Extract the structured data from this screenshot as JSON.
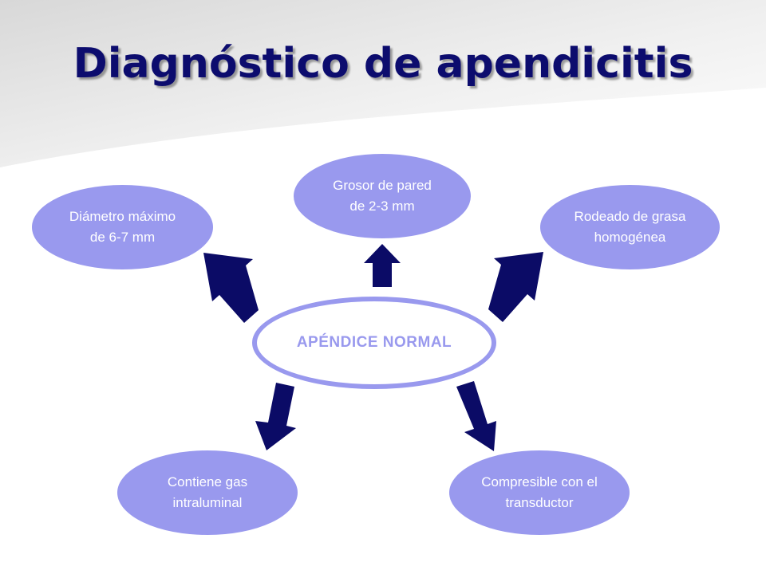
{
  "title": "Diagnóstico de apendicitis",
  "center": {
    "label": "APÉNDICE NORMAL"
  },
  "nodes": [
    {
      "id": "wall",
      "text": "Grosor de pared\nde 2-3 mm"
    },
    {
      "id": "diameter",
      "text": "Diámetro máximo\nde 6-7 mm"
    },
    {
      "id": "fat",
      "text": "Rodeado de grasa\nhomogénea"
    },
    {
      "id": "gas",
      "text": "Contiene gas\nintraluminal"
    },
    {
      "id": "compress",
      "text": "Compresible con el\ntransductor"
    }
  ],
  "colors": {
    "title": "#0c0c6e",
    "bubble": "#9999ee",
    "arrow": "#0b0b66"
  }
}
